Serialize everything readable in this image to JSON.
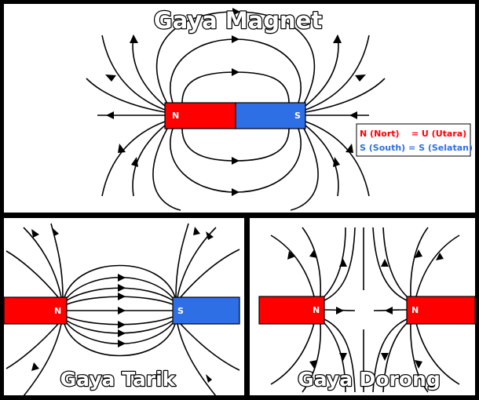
{
  "colors": {
    "north": "#ff0000",
    "south": "#2f6fe6",
    "border": "#000000",
    "panel_background": "#ffffff"
  },
  "top_panel": {
    "title": "Gaya Magnet",
    "magnet": {
      "north_label": "N",
      "south_label": "S"
    },
    "legend": {
      "north_line": "N (Nort)    = U (Utara)",
      "south_line": "S (South) = S (Selatan)"
    }
  },
  "bottom_left_panel": {
    "title": "Gaya Tarik",
    "north_label": "N",
    "south_label": "S"
  },
  "bottom_right_panel": {
    "title": "Gaya Dorong",
    "left_label": "N",
    "right_label": "N"
  }
}
